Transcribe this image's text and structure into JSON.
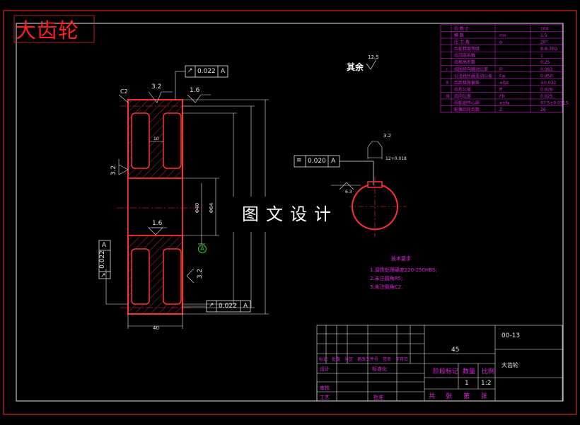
{
  "drawing": {
    "title_stamp": "大齿轮",
    "watermark": "图文设计",
    "rest_label": "其余",
    "rest_roughness": "12.5"
  },
  "param_table": {
    "rows": [
      {
        "group": "",
        "name": "齿  数  Z",
        "sym": "",
        "value": "104"
      },
      {
        "group": "",
        "name": "模  数",
        "sym": "mn",
        "value": "1.5"
      },
      {
        "group": "",
        "name": "压 力 角",
        "sym": "α",
        "value": "20°"
      },
      {
        "group": "",
        "name": "齿轮精度等级",
        "sym": "",
        "value": "8-8-7EG"
      },
      {
        "group": "",
        "name": "齿顶高系数",
        "sym": "",
        "value": "1"
      },
      {
        "group": "",
        "name": "齿根高系数",
        "sym": "",
        "value": "0.25"
      },
      {
        "group": "Ⅰ",
        "name": "齿圈径向跳动公差",
        "sym": "Fr",
        "value": "0.063"
      },
      {
        "group": "",
        "name": "公法线长度变动公差",
        "sym": "Fw",
        "value": "0.050"
      },
      {
        "group": "Ⅱ",
        "name": "齿距极限偏差",
        "sym": "±fpt",
        "value": "±0.032"
      },
      {
        "group": "",
        "name": "齿形公差",
        "sym": "ff",
        "value": "0.028"
      },
      {
        "group": "Ⅲ",
        "name": "齿向公差",
        "sym": "Fb",
        "value": "0.025"
      },
      {
        "group": "",
        "name": "齿轮副中心距",
        "sym": "a±fa",
        "value": "97.5±0.0315"
      },
      {
        "group": "",
        "name": "配偶齿轮齿数",
        "sym": "Z",
        "value": "26"
      }
    ]
  },
  "dims": {
    "chamfer": "C2",
    "rough_top_left": "3.2",
    "rough_top_right": "1.6",
    "rough_left": "3.2",
    "rough_bore": "1.6",
    "rough_right": "3.2",
    "web_width": "10",
    "d40": "Φ40",
    "d64": "Φ64",
    "face_width": "40",
    "keyway_width": "12+0.018",
    "keyway_rough": "3.2",
    "keyway_rough2": "6.3",
    "datum": "A"
  },
  "tolerances": {
    "runout_top": "0.022",
    "runout_left": "0.022",
    "runout_bottom": "0.022",
    "symmetry": "0.020"
  },
  "tech_req": {
    "title": "技术要求",
    "items": [
      "1.调质处理硬度220-250HBS;",
      "2.未注圆角R5;",
      "3.未注倒角C2."
    ]
  },
  "title_block": {
    "material": "45",
    "drawing_no": "00-13",
    "part_name": "大齿轮",
    "stage_mark": "阶段标记",
    "weight": "数量",
    "scale_label": "比例",
    "qty": "1",
    "scale": "1:2",
    "total": "共",
    "sheets": "张",
    "sheet_no": "第",
    "sheet_unit": "张",
    "rev_headers": [
      "标记",
      "处数",
      "分区",
      "更改文件号",
      "签名",
      "年月日"
    ],
    "design": "设计",
    "standard": "标准化",
    "review": "审核",
    "process": "工艺",
    "approve": "批准"
  }
}
